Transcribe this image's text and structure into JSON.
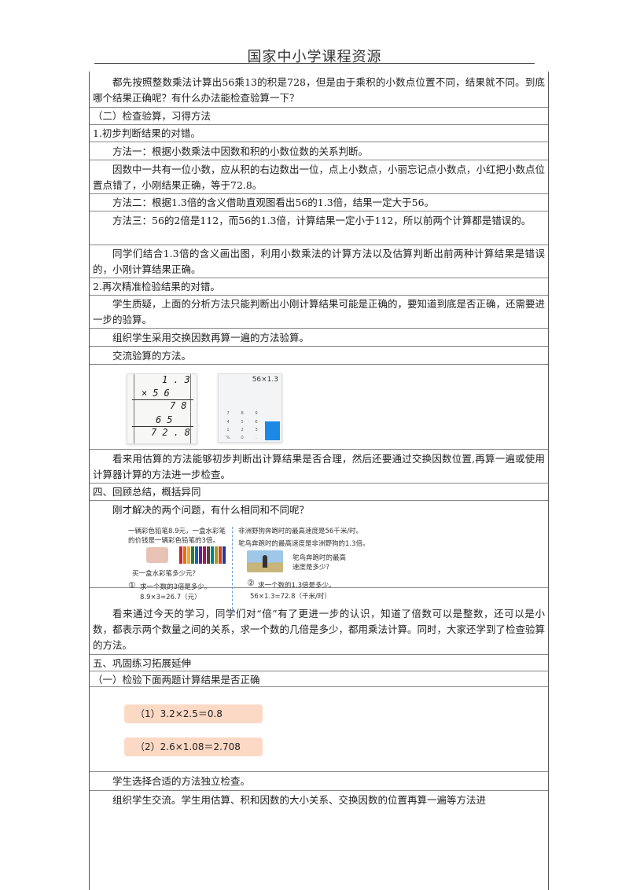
{
  "header": {
    "title": "国家中小学课程资源"
  },
  "paragraphs": {
    "p1": "都先按照整数乘法计算出56乘13的积是728，但是由于乘积的小数点位置不同，结果就不同。到底哪个结果正确呢？有什么办法能检查验算一下？",
    "h_check": "（二）检查验算，习得方法",
    "h_judge": "1.初步判断结果的对错。",
    "m1": "方法一：根据小数乘法中因数和积的小数位数的关系判断。",
    "m1_detail": "因数中一共有一位小数，应从积的右边数出一位，点上小数点，小丽忘记点小数点，小红把小数点位置点错了，小刚结果正确，等于72.8。",
    "m2": "方法二：根据1.3倍的含义借助直观图看出56的1.3倍，结果一定大于56。",
    "m3": "方法三：56的2倍是112，而56的1.3倍，计算结果一定小于112，所以前两个计算都是错误的。",
    "summary1": "同学们结合1.3倍的含义画出图，利用小数乘法的计算方法以及估算判断出前两种计算结果是错误的，小刚计算结果正确。",
    "h_verify": "2.再次精准检验结果的对错。",
    "doubt": "学生质疑，上面的分析方法只能判断出小刚计算结果可能是正确的，要知道到底是否正确，还需要进一步的验算。",
    "swap": "组织学生采用交换因数再算一遍的方法验算。",
    "exchange": "交流验算的方法。",
    "after_calc": "看来用估算的方法能够初步判断出计算结果是否合理，然后还要通过交换因数位置,再算一遍或使用计算器计算的方法进一步检查。",
    "h_review": "四、回顾总结，概括异同",
    "q_compare": "刚才解决的两个问题，有什么相同和不同呢？",
    "conclusion": "看来通过今天的学习，同学们对“倍”有了更进一步的认识，知道了倍数可以是整数，还可以是小数，都表示两个数量之间的关系，求一个数的几倍是多少，都用乘法计算。同时，大家还学到了检查验算的方法。",
    "h_practice": "五、巩固练习拓展延伸",
    "h_check_two": "（一）检验下面两题计算结果是否正确",
    "self_check": "学生选择合适的方法独立检查。",
    "exchange2": "组织学生交流。学生用估算、积和因数的大小关系、交换因数的位置再算一遍等方法进"
  },
  "handwritten": {
    "row1": "1.3",
    "row2": "×56",
    "row3": "78",
    "row4": "65",
    "row5": "72.8"
  },
  "calculator": {
    "display": "56×1.3",
    "keys": [
      "7",
      "8",
      "9",
      "4",
      "5",
      "6",
      "1",
      "2",
      "3",
      "%",
      "0",
      "."
    ]
  },
  "problems": {
    "left_text": "一辆彩色铅笔8.9元，一盒水彩笔的价钱是一辆彩色铅笔的3倍。",
    "left_question": "买一盒水彩笔多少元？",
    "left_num": "①",
    "left_method": "求一个数的3倍是多少。",
    "left_calc": "8.9×3=26.7（元）",
    "right_text1": "非洲野狗奔跑时的最高速度是56千米/时。",
    "right_text2": "鸵鸟奔跑时的最高速度是非洲野狗的1.3倍。",
    "right_question": "鸵鸟奔跑时的最高速度是多少？",
    "right_num": "②",
    "right_method": "求一个数的1.3倍是多少。",
    "right_calc": "56×1.3=72.8（千米/时）"
  },
  "exercises": {
    "e1": "（1）3.2×2.5＝0.8",
    "e2": "（2）2.6×1.08＝2.708"
  },
  "colors": {
    "pill": "#fbd9c5",
    "calc_equals": "#1e88e5",
    "divider": "#6b9bd1"
  }
}
